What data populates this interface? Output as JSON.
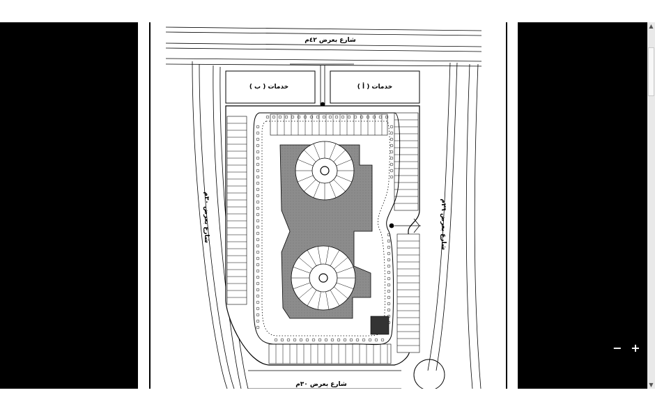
{
  "viewer": {
    "zoom_out_label": "−",
    "zoom_in_label": "+",
    "scroll_up_glyph": "▲",
    "scroll_down_glyph": "▼"
  },
  "plan": {
    "street_north": "شارع بعرض ٤٢م",
    "street_south": "شارع بعرض ٣٠م",
    "street_west": "شارع بعرض ٣٠م",
    "street_east": "شارع بعرض ٢٦م",
    "service_a": "خدمات ( أ )",
    "service_b": "خدمات ( ب )"
  },
  "colors": {
    "background": "#000000",
    "page": "#ffffff",
    "park_fill": "#8c8c8c",
    "line": "#000000"
  }
}
